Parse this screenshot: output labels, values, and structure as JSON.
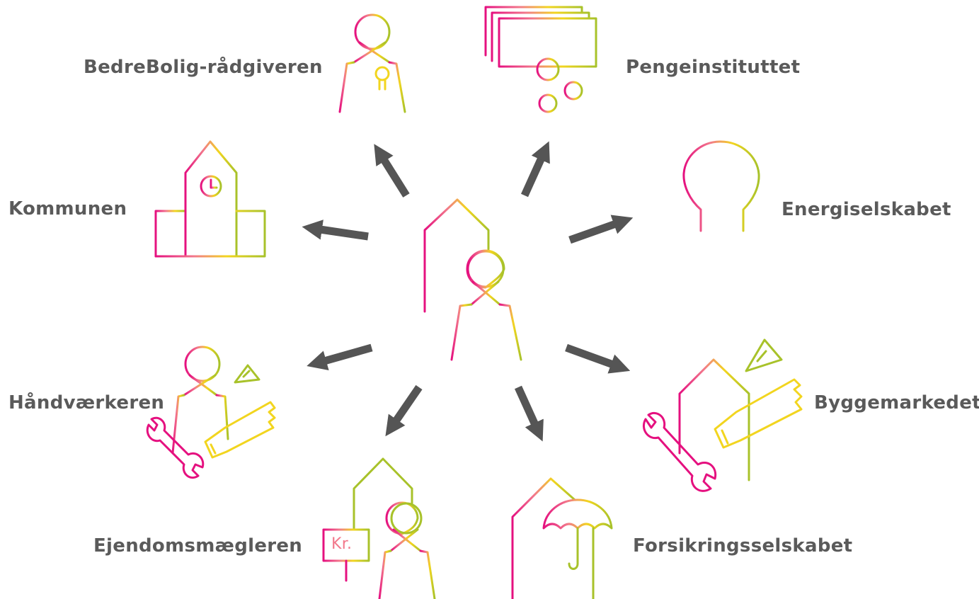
{
  "labels": {
    "advisor": "BedreBolig-rådgiveren",
    "bank": "Pengeinstituttet",
    "municipality": "Kommunen",
    "energy": "Energiselskabet",
    "craftsman": "Håndværkeren",
    "hardware_store": "Byggemarkedet",
    "realtor": "Ejendomsmægleren",
    "insurance": "Forsikringsselskabet",
    "sign_text": "Kr."
  },
  "colors": {
    "magenta": "#e5107f",
    "salmon": "#f2788b",
    "yellow": "#f2d51f",
    "green": "#a8c22a",
    "arrow": "#555555",
    "label": "#5a5a5a"
  },
  "icons": [
    "house-person-icon",
    "advisor-icon",
    "money-icon",
    "town-hall-icon",
    "light-bulb-icon",
    "craftsman-icon",
    "tools-icon",
    "house-sign-icon",
    "house-umbrella-icon"
  ]
}
